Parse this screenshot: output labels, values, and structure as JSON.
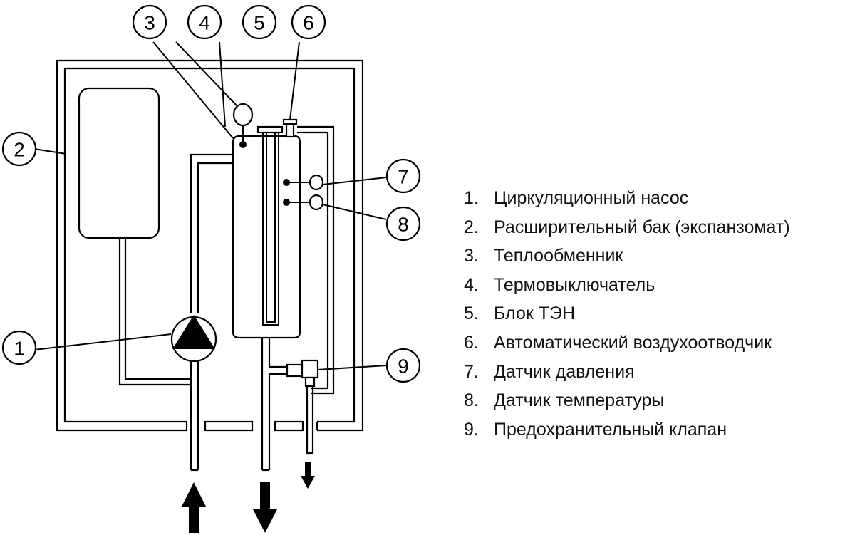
{
  "diagram": {
    "title": "Схема электрического котла",
    "callouts": [
      {
        "id": "1",
        "label": "1"
      },
      {
        "id": "2",
        "label": "2"
      },
      {
        "id": "3",
        "label": "3"
      },
      {
        "id": "4",
        "label": "4"
      },
      {
        "id": "5",
        "label": "5"
      },
      {
        "id": "6",
        "label": "6"
      },
      {
        "id": "7",
        "label": "7"
      },
      {
        "id": "8",
        "label": "8"
      },
      {
        "id": "9",
        "label": "9"
      }
    ],
    "flow_arrows": [
      {
        "name": "return-inlet",
        "direction": "up"
      },
      {
        "name": "supply-outlet",
        "direction": "down"
      },
      {
        "name": "safety-drain",
        "direction": "down"
      }
    ]
  },
  "legend": {
    "items": [
      {
        "number": "1.",
        "text": "Циркуляционный насос"
      },
      {
        "number": "2.",
        "text": "Расширительный бак (экспанзомат)"
      },
      {
        "number": "3.",
        "text": "Теплообменник"
      },
      {
        "number": "4.",
        "text": "Термовыключатель"
      },
      {
        "number": "5.",
        "text": "Блок ТЭН"
      },
      {
        "number": "6.",
        "text": "Автоматический воздухоотводчик"
      },
      {
        "number": "7.",
        "text": "Датчик давления"
      },
      {
        "number": "8.",
        "text": "Датчик температуры"
      },
      {
        "number": "9.",
        "text": "Предохранительный клапан"
      }
    ]
  }
}
